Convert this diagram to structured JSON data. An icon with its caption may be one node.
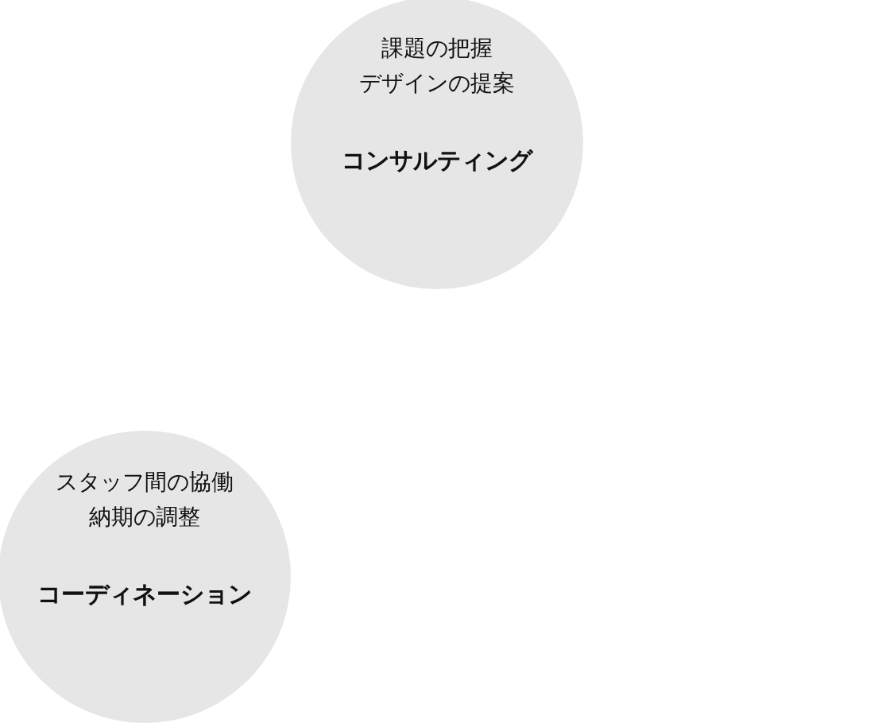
{
  "diagram": {
    "nodes": [
      {
        "text": [
          "課題の把握",
          "デザインの提案",
          "コンサルティング"
        ]
      },
      {
        "text": [
          "スタッフ間の協働",
          "納期の調整",
          "コーディネーション"
        ]
      }
    ]
  }
}
